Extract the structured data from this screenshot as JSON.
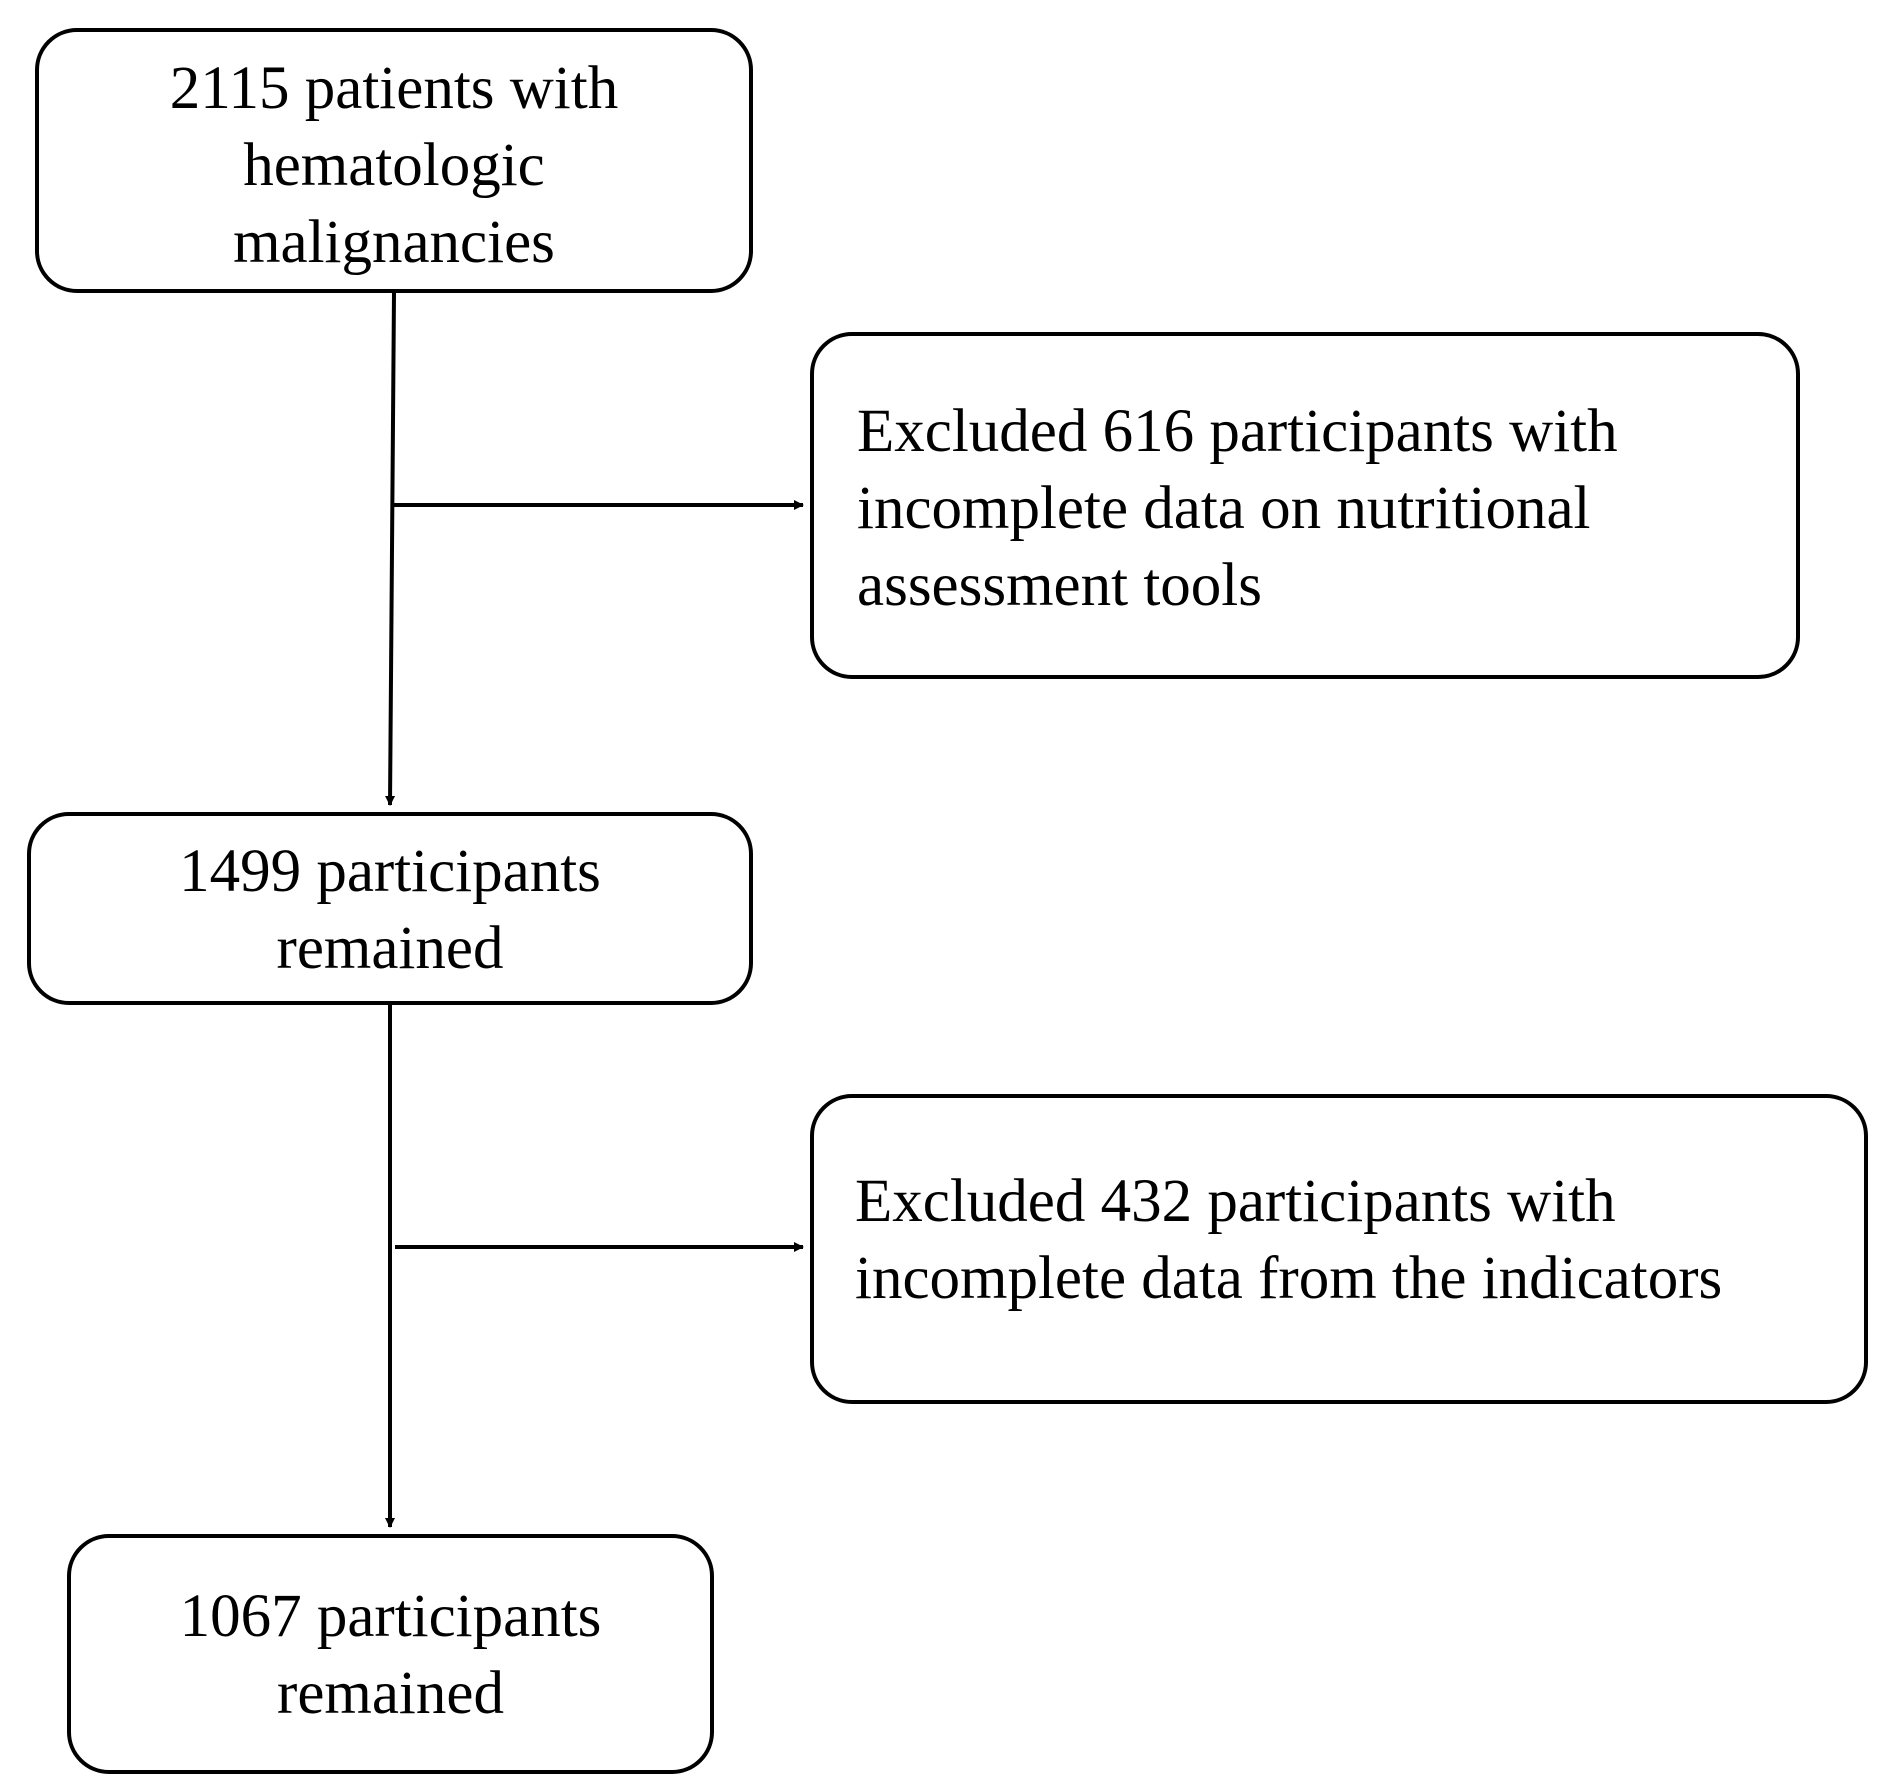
{
  "flowchart": {
    "start_box": "2115 patients with\nhematologic\nmalignancies",
    "exclusion_1": "Excluded 616 participants with\nincomplete data on nutritional\nassessment tools",
    "remaining_1": "1499 participants\nremained",
    "exclusion_2": "Excluded 432 participants with\nincomplete data from the indicators",
    "remaining_2": "1067 participants\nremained"
  },
  "colors": {
    "stroke": "#000000",
    "background": "#ffffff"
  }
}
